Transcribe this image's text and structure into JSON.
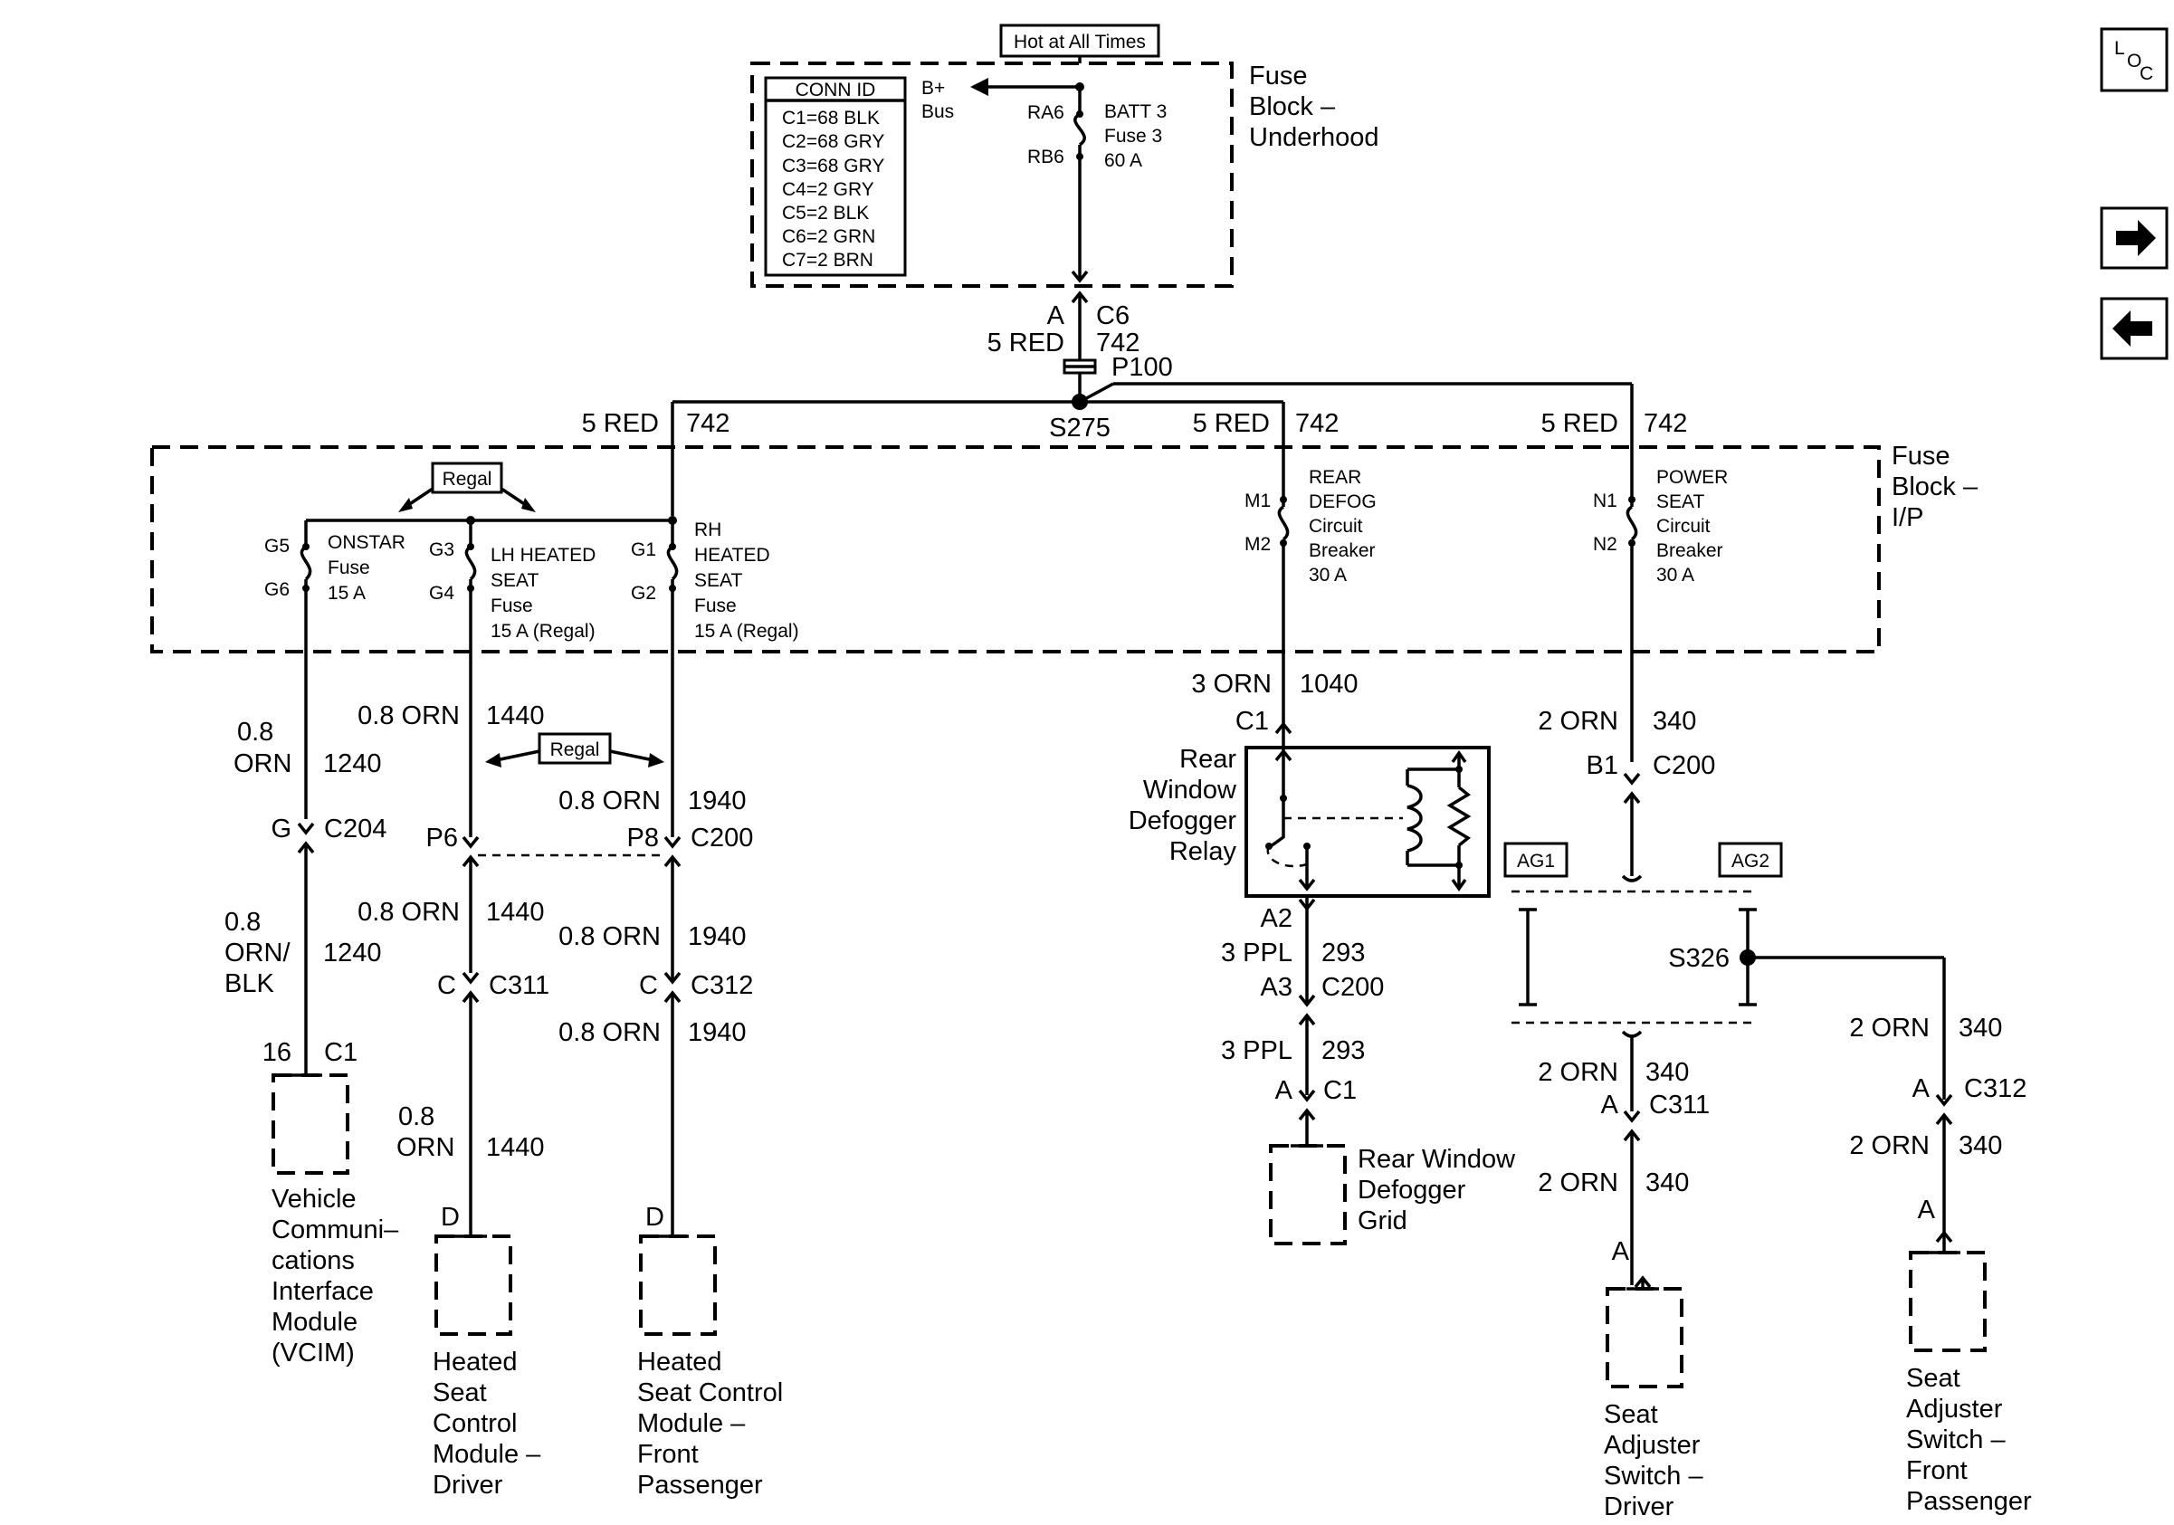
{
  "hot_at_all_times": "Hot at All Times",
  "conn_id": {
    "title": "CONN ID",
    "rows": [
      "C1=68 BLK",
      "C2=68 GRY",
      "C3=68 GRY",
      "C4=2 GRY",
      "C5=2 BLK",
      "C6=2 GRN",
      "C7=2 BRN"
    ]
  },
  "underhood": {
    "bplus": "B+",
    "bus": "Bus",
    "ra6": "RA6",
    "rb6": "RB6",
    "batt3": "BATT 3",
    "fuse3": "Fuse 3",
    "amp": "60 A",
    "label1": "Fuse",
    "label2": "Block –",
    "label3": "Underhood"
  },
  "main_feed": {
    "pin_a": "A",
    "c6": "C6",
    "gauge": "5 RED",
    "circuit": "742",
    "p100": "P100",
    "s275": "S275"
  },
  "feed_labels": {
    "left_gauge": "5 RED",
    "left_circuit": "742",
    "mid_gauge": "5 RED",
    "mid_circuit": "742",
    "right_gauge": "5 RED",
    "right_circuit": "742"
  },
  "ip_block": {
    "label1": "Fuse",
    "label2": "Block –",
    "label3": "I/P",
    "regal": "Regal",
    "onstar": {
      "in": "G5",
      "out": "G6",
      "name": "ONSTAR",
      "fuse": "Fuse",
      "amp": "15 A"
    },
    "lh": {
      "in": "G3",
      "out": "G4",
      "l1": "LH HEATED",
      "l2": "SEAT",
      "l3": "Fuse",
      "l4": "15 A (Regal)"
    },
    "rh": {
      "in": "G1",
      "out": "G2",
      "l0": "RH",
      "l1": "HEATED",
      "l2": "SEAT",
      "l3": "Fuse",
      "l4": "15 A (Regal)"
    },
    "defog": {
      "in": "M1",
      "out": "M2",
      "l1": "REAR",
      "l2": "DEFOG",
      "l3": "Circuit",
      "l4": "Breaker",
      "l5": "30 A"
    },
    "power": {
      "in": "N1",
      "out": "N2",
      "l1": "POWER",
      "l2": "SEAT",
      "l3": "Circuit",
      "l4": "Breaker",
      "l5": "30 A"
    }
  },
  "vcim": {
    "w1_g1": "0.8",
    "w1_g2": "ORN",
    "w1_c": "1240",
    "pin_g": "G",
    "c204": "C204",
    "w2_g1": "0.8",
    "w2_g2": "ORN/",
    "w2_g3": "BLK",
    "w2_c": "1240",
    "pin16": "16",
    "c1": "C1",
    "n1": "Vehicle",
    "n2": "Communi–",
    "n3": "cations",
    "n4": "Interface",
    "n5": "Module",
    "n6": "(VCIM)"
  },
  "hs_driver": {
    "w1_g": "0.8 ORN",
    "w1_c": "1440",
    "pin_p6": "P6",
    "w2_g": "0.8 ORN",
    "w2_c": "1440",
    "pin_c": "C",
    "c311": "C311",
    "w3_g1": "0.8",
    "w3_g2": "ORN",
    "w3_c": "1440",
    "pin_d": "D",
    "n1": "Heated",
    "n2": "Seat",
    "n3": "Control",
    "n4": "Module –",
    "n5": "Driver"
  },
  "hs_pass": {
    "regal": "Regal",
    "w1_g": "0.8 ORN",
    "w1_c": "1940",
    "pin_p8": "P8",
    "c200": "C200",
    "w2_g": "0.8 ORN",
    "w2_c": "1940",
    "pin_c": "C",
    "c312": "C312",
    "w3_g": "0.8 ORN",
    "w3_c": "1940",
    "pin_d": "D",
    "n1": "Heated",
    "n2": "Seat Control",
    "n3": "Module –",
    "n4": "Front",
    "n5": "Passenger"
  },
  "defog": {
    "w1_g": "3 ORN",
    "w1_c": "1040",
    "pin_c1": "C1",
    "r1": "Rear",
    "r2": "Window",
    "r3": "Defogger",
    "r4": "Relay",
    "pin_a2": "A2",
    "w2_g": "3 PPL",
    "w2_c": "293",
    "pin_a3": "A3",
    "c200": "C200",
    "w3_g": "3 PPL",
    "w3_c": "293",
    "pin_a": "A",
    "c1": "C1",
    "g1": "Rear Window",
    "g2": "Defogger",
    "g3": "Grid"
  },
  "power_seat": {
    "w1_g": "2 ORN",
    "w1_c": "340",
    "pin_b1": "B1",
    "c200": "C200",
    "ag1": "AG1",
    "ag2": "AG2",
    "s326": "S326",
    "d_w1_g": "2 ORN",
    "d_w1_c": "340",
    "d_pin_a": "A",
    "c311": "C311",
    "d_w2_g": "2 ORN",
    "d_w2_c": "340",
    "d_pin_a2": "A",
    "d_n1": "Seat",
    "d_n2": "Adjuster",
    "d_n3": "Switch –",
    "d_n4": "Driver",
    "p_w1_g": "2 ORN",
    "p_w1_c": "340",
    "p_pin_a": "A",
    "c312": "C312",
    "p_w2_g": "2 ORN",
    "p_w2_c": "340",
    "p_pin_a2": "A",
    "p_n1": "Seat",
    "p_n2": "Adjuster",
    "p_n3": "Switch –",
    "p_n4": "Front",
    "p_n5": "Passenger"
  },
  "nav": {
    "loc_l": "L",
    "loc_o": "O",
    "loc_c": "C",
    "next_icon": "arrow-right-icon",
    "prev_icon": "arrow-left-icon"
  }
}
